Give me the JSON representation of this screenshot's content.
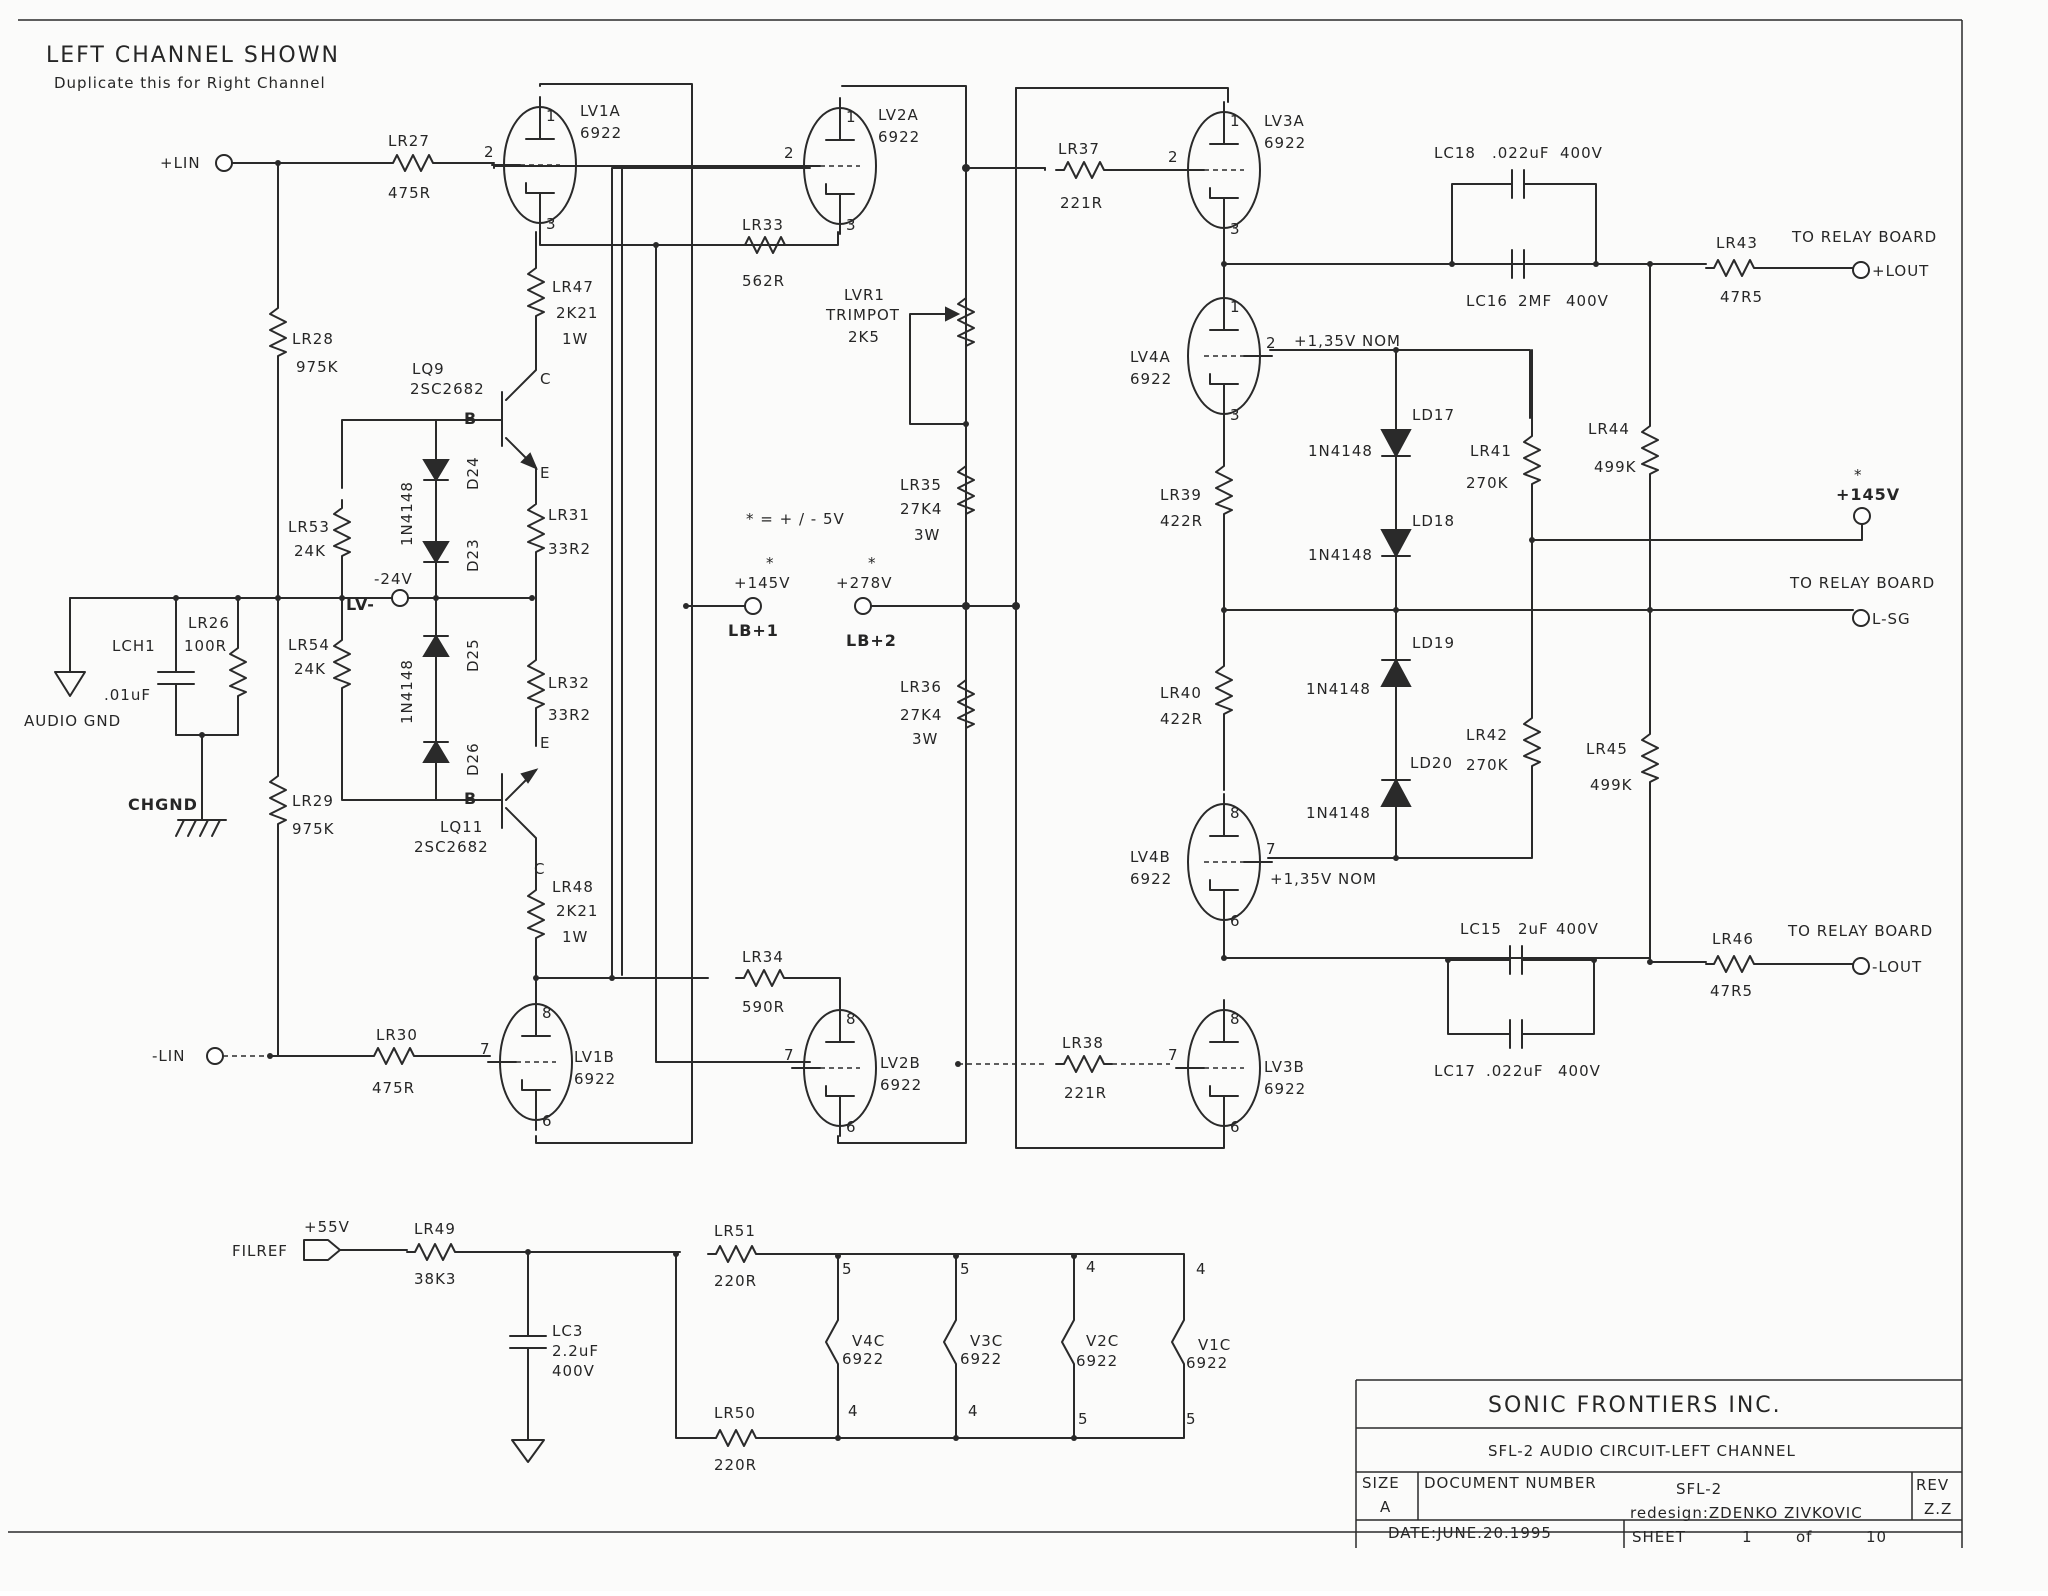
{
  "header": {
    "line1": "LEFT CHANNEL SHOWN",
    "line2": "Duplicate this for Right Channel"
  },
  "components": {
    "LR27": {
      "ref": "LR27",
      "value": "475R"
    },
    "LR28": {
      "ref": "LR28",
      "value": "975K"
    },
    "LR29": {
      "ref": "LR29",
      "value": "975K"
    },
    "LR30": {
      "ref": "LR30",
      "value": "475R"
    },
    "LR26": {
      "ref": "LR26",
      "value": "100R"
    },
    "LCH1": {
      "ref": "LCH1",
      "value": ".01uF"
    },
    "LR53": {
      "ref": "LR53",
      "value": "24K"
    },
    "LR54": {
      "ref": "LR54",
      "value": "24K"
    },
    "LR47": {
      "ref": "LR47",
      "value": "2K21",
      "rating": "1W"
    },
    "LR48": {
      "ref": "LR48",
      "value": "2K21",
      "rating": "1W"
    },
    "LR31": {
      "ref": "LR31",
      "value": "33R2"
    },
    "LR32": {
      "ref": "LR32",
      "value": "33R2"
    },
    "LQ9": {
      "ref": "LQ9",
      "value": "2SC2682"
    },
    "LQ11": {
      "ref": "LQ11",
      "value": "2SC2682"
    },
    "D24": {
      "ref": "D24"
    },
    "D23": {
      "ref": "D23"
    },
    "D25": {
      "ref": "D25"
    },
    "D26": {
      "ref": "D26"
    },
    "diode_type": "1N4148",
    "LV1A": {
      "ref": "LV1A",
      "value": "6922"
    },
    "LV1B": {
      "ref": "LV1B",
      "value": "6922"
    },
    "LV2A": {
      "ref": "LV2A",
      "value": "6922"
    },
    "LV2B": {
      "ref": "LV2B",
      "value": "6922"
    },
    "LV3A": {
      "ref": "LV3A",
      "value": "6922"
    },
    "LV3B": {
      "ref": "LV3B",
      "value": "6922"
    },
    "LV4A": {
      "ref": "LV4A",
      "value": "6922"
    },
    "LV4B": {
      "ref": "LV4B",
      "value": "6922"
    },
    "LR33": {
      "ref": "LR33",
      "value": "562R"
    },
    "LR34": {
      "ref": "LR34",
      "value": "590R"
    },
    "LVR1": {
      "ref": "LVR1",
      "type": "TRIMPOT",
      "value": "2K5"
    },
    "LR35": {
      "ref": "LR35",
      "value": "27K4",
      "rating": "3W"
    },
    "LR36": {
      "ref": "LR36",
      "value": "27K4",
      "rating": "3W"
    },
    "LR37": {
      "ref": "LR37",
      "value": "221R"
    },
    "LR38": {
      "ref": "LR38",
      "value": "221R"
    },
    "LR39": {
      "ref": "LR39",
      "value": "422R"
    },
    "LR40": {
      "ref": "LR40",
      "value": "422R"
    },
    "LD17": {
      "ref": "LD17",
      "type": "1N4148"
    },
    "LD18": {
      "ref": "LD18",
      "type": "1N4148"
    },
    "LD19": {
      "ref": "LD19",
      "type": "1N4148"
    },
    "LD20": {
      "ref": "LD20",
      "type": "1N4148"
    },
    "LR41": {
      "ref": "LR41",
      "value": "270K"
    },
    "LR42": {
      "ref": "LR42",
      "value": "270K"
    },
    "LR44": {
      "ref": "LR44",
      "value": "499K"
    },
    "LR45": {
      "ref": "LR45",
      "value": "499K"
    },
    "LC18": {
      "ref": "LC18",
      "value": ".022uF",
      "rating": "400V"
    },
    "LC16": {
      "ref": "LC16",
      "value": "2MF",
      "rating": "400V"
    },
    "LC15": {
      "ref": "LC15",
      "value": "2uF",
      "rating": "400V"
    },
    "LC17": {
      "ref": "LC17",
      "value": ".022uF",
      "rating": "400V"
    },
    "LR43": {
      "ref": "LR43",
      "value": "47R5"
    },
    "LR46": {
      "ref": "LR46",
      "value": "47R5"
    },
    "LR49": {
      "ref": "LR49",
      "value": "38K3"
    },
    "LC3": {
      "ref": "LC3",
      "value": "2.2uF",
      "rating": "400V"
    },
    "LR51": {
      "ref": "LR51",
      "value": "220R"
    },
    "LR50": {
      "ref": "LR50",
      "value": "220R"
    },
    "V4C": {
      "ref": "V4C",
      "value": "6922"
    },
    "V3C": {
      "ref": "V3C",
      "value": "6922"
    },
    "V2C": {
      "ref": "V2C",
      "value": "6922"
    },
    "V1C": {
      "ref": "V1C",
      "value": "6922"
    }
  },
  "nets": {
    "plus_lin": "+LIN",
    "minus_lin": "-LIN",
    "audio_gnd": "AUDIO GND",
    "chgnd": "CHGND",
    "lv_minus": "LV-",
    "minus_24v": "-24V",
    "plus_145v": "+145V",
    "lb1": "LB+1",
    "plus_278v": "+278V",
    "lb2": "LB+2",
    "trim_note": "* = + / - 5V",
    "star": "*",
    "nom_top": "+1,35V NOM",
    "nom_bottom": "+1,35V NOM",
    "plus_145v_right": "+145V",
    "relay_board": "TO RELAY BOARD",
    "plus_lout": "+LOUT",
    "l_sg": "L-SG",
    "minus_lout": "-LOUT",
    "filref": "FILREF",
    "plus_55v": "+55V"
  },
  "pins": {
    "p1": "1",
    "p2": "2",
    "p3": "3",
    "p4": "4",
    "p5": "5",
    "p6": "6",
    "p7": "7",
    "p8": "8",
    "B": "B",
    "C": "C",
    "E": "E"
  },
  "title_block": {
    "company": "SONIC FRONTIERS INC.",
    "title": "SFL-2 AUDIO CIRCUIT-LEFT CHANNEL",
    "size_label": "SIZE",
    "size": "A",
    "docnum_label": "DOCUMENT NUMBER",
    "docnum": "SFL-2",
    "redesign": "redesign:ZDENKO ZIVKOVIC",
    "rev_label": "REV",
    "rev": "Z.Z",
    "date": "DATE:JUNE.20.1995",
    "sheet_label": "SHEET",
    "sheet": "1",
    "of_label": "of",
    "sheet_total": "10"
  }
}
